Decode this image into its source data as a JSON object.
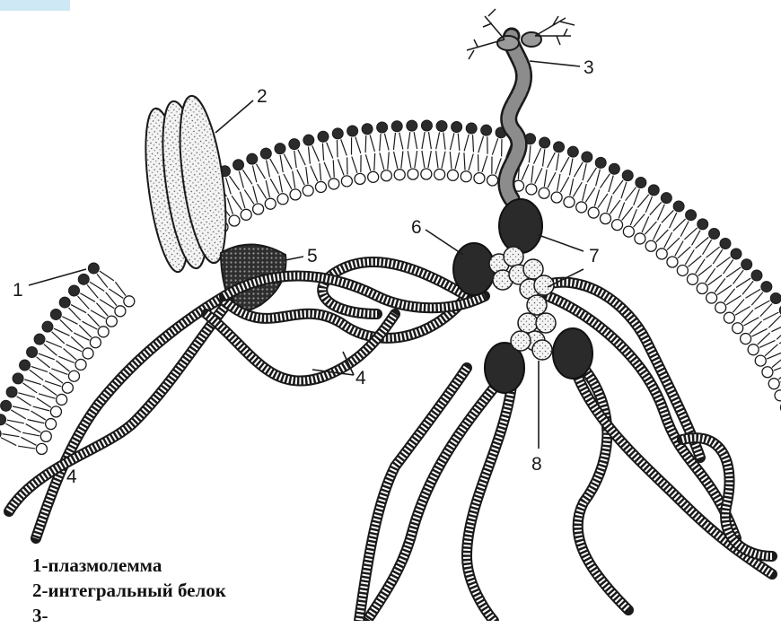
{
  "labels": {
    "n1": "1",
    "n2": "2",
    "n3": "3",
    "n4a": "4",
    "n4b": "4",
    "n5": "5",
    "n6": "6",
    "n7": "7",
    "n8": "8"
  },
  "legend": [
    "1-плазмолемма",
    "2-интегральный белок",
    "3-"
  ],
  "colors": {
    "ink": "#1a1a1a",
    "head": "#2b2b2b",
    "corner_tab": "#cfe8f6"
  }
}
